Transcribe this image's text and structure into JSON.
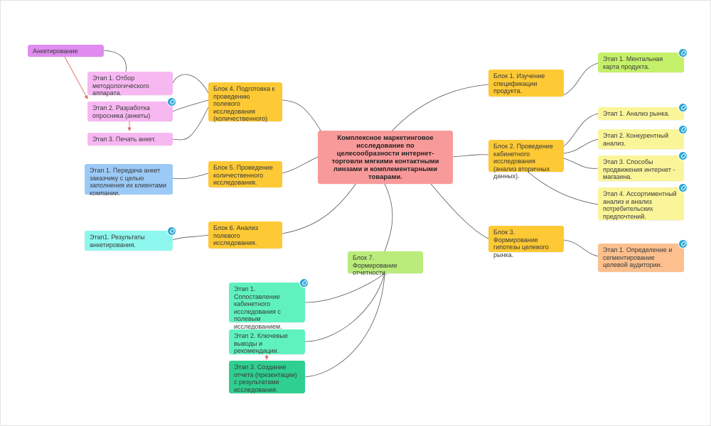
{
  "colors": {
    "center": "#f99a9a",
    "block": "#fdc934",
    "pink": "#f7b8f2",
    "magenta": "#e08cf0",
    "blue": "#9ccaf7",
    "cyan": "#8ef7ee",
    "lime": "#c5f06a",
    "yellow": "#fbf59a",
    "orange": "#fbc08e",
    "green_light": "#b9ec7a",
    "teal": "#5ff2be",
    "teal_dark": "#2fcf90",
    "connector": "#555555",
    "arrow": "#e06a6a",
    "link_badge": "#2aa6d6"
  },
  "nodes": {
    "center": "Комплексное маркетинговое исследование по целесообразности интернет-торговли мягкими контактными линзами и комплементарными товарами.",
    "anketirovanie": "Анкетирование",
    "b4": "Блок 4. Подготовка к проведению полевого исследования (количественного)",
    "b4_e1": "Этап 1. Отбор методологического аппарата.",
    "b4_e2": "Этап 2. Разработка опросника (анкеты)",
    "b4_e3": "Этап 3. Печать анкет.",
    "b5": "Блок 5. Проведение количественного исследования.",
    "b5_e1": "Этап 1. Передача анкет заказчику с целью заполнения их клиентами компании.",
    "b6": "Блок 6. Анализ полевого исследования.",
    "b6_e1": "Этап1. Результаты анкетирования.",
    "b7": "Блок 7. Формирование отчетности.",
    "b7_e1": "Этап 1. Сопоставление кабинетного исследования с полевым исследованием.",
    "b7_e2": "Этап 2. Ключевые выводы и рекомендации.",
    "b7_e3": "Этап 3. Создание отчета (презентации) с результатами исследования.",
    "b1": "Блок 1. Изучение спецификации продукта.",
    "b1_e1": "Этап 1. Ментальная карта продукта.",
    "b2": "Блок 2. Проведение кабинетного исследования (анализ вторичных данных).",
    "b2_e1": "Этап 1. Анализ рынка.",
    "b2_e2": "Этап 2. Конкурентный анализ.",
    "b2_e3": "Этап 3. Способы продвижения интернет - магазина.",
    "b2_e4": "Этап 4. Ассортиментный анализ и анализ потребительских предпочтений.",
    "b3": "Блок 3. Формирование гипотезы целевого рынка.",
    "b3_e1": "Этап 1. Определение и сегментирование целевой аудитории."
  }
}
